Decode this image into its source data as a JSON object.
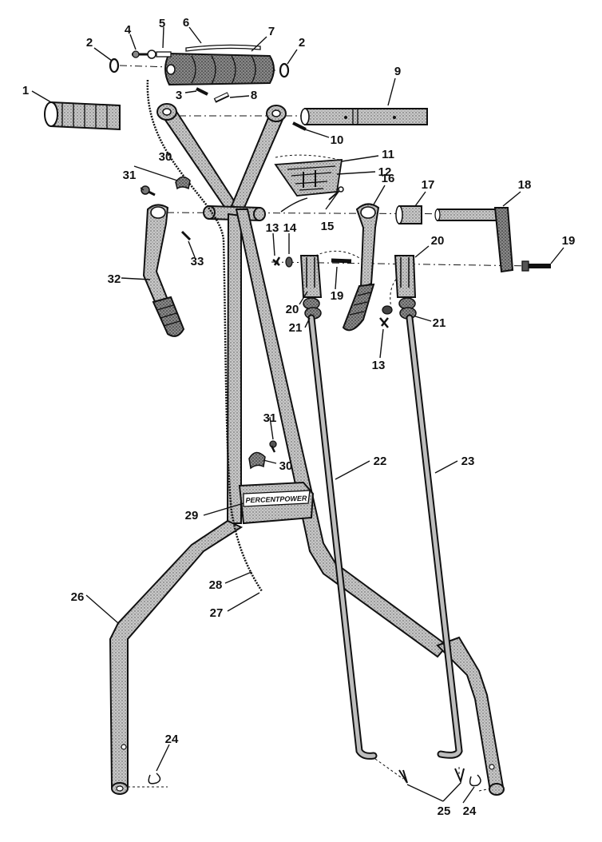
{
  "callouts": [
    {
      "id": "c1",
      "text": "1"
    },
    {
      "id": "c2a",
      "text": "2"
    },
    {
      "id": "c2b",
      "text": "2"
    },
    {
      "id": "c3",
      "text": "3"
    },
    {
      "id": "c4",
      "text": "4"
    },
    {
      "id": "c5",
      "text": "5"
    },
    {
      "id": "c6",
      "text": "6"
    },
    {
      "id": "c7",
      "text": "7"
    },
    {
      "id": "c8",
      "text": "8"
    },
    {
      "id": "c9",
      "text": "9"
    },
    {
      "id": "c10",
      "text": "10"
    },
    {
      "id": "c11",
      "text": "11"
    },
    {
      "id": "c12",
      "text": "12"
    },
    {
      "id": "c13a",
      "text": "13"
    },
    {
      "id": "c13b",
      "text": "13"
    },
    {
      "id": "c14",
      "text": "14"
    },
    {
      "id": "c15",
      "text": "15"
    },
    {
      "id": "c16",
      "text": "16"
    },
    {
      "id": "c17",
      "text": "17"
    },
    {
      "id": "c18",
      "text": "18"
    },
    {
      "id": "c19a",
      "text": "19"
    },
    {
      "id": "c19b",
      "text": "19"
    },
    {
      "id": "c20a",
      "text": "20"
    },
    {
      "id": "c20b",
      "text": "20"
    },
    {
      "id": "c21a",
      "text": "21"
    },
    {
      "id": "c21b",
      "text": "21"
    },
    {
      "id": "c22",
      "text": "22"
    },
    {
      "id": "c23",
      "text": "23"
    },
    {
      "id": "c24a",
      "text": "24"
    },
    {
      "id": "c24b",
      "text": "24"
    },
    {
      "id": "c25",
      "text": "25"
    },
    {
      "id": "c26",
      "text": "26"
    },
    {
      "id": "c27",
      "text": "27"
    },
    {
      "id": "c28",
      "text": "28"
    },
    {
      "id": "c29",
      "text": "29"
    },
    {
      "id": "c30a",
      "text": "30"
    },
    {
      "id": "c30b",
      "text": "30"
    },
    {
      "id": "c31a",
      "text": "31"
    },
    {
      "id": "c31b",
      "text": "31"
    },
    {
      "id": "c32",
      "text": "32"
    },
    {
      "id": "c33",
      "text": "33"
    }
  ],
  "nameplate_text": "PERCENTPOWER",
  "colors": {
    "ink": "#111111",
    "shade": "#b9b9b9",
    "paper": "#ffffff"
  }
}
